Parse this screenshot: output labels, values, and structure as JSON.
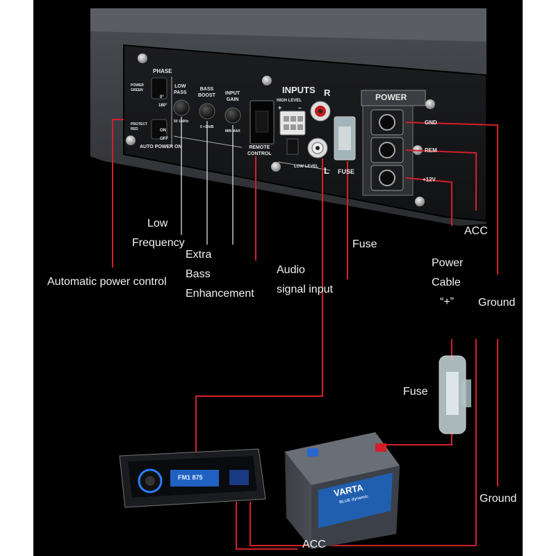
{
  "panel": {
    "phase_title": "PHASE",
    "phase_0": "0°",
    "phase_180": "180°",
    "power_green": "POWER\nGREEN",
    "protect_red": "PROTECT\nRED",
    "on": "ON",
    "off": "OFF",
    "auto_power_on": "AUTO POWER ON",
    "low_pass": "LOW\nPASS",
    "low_pass_range": "50  150Hz",
    "bass_boost": "BASS\nBOOST",
    "bass_boost_range": "0  +12dB",
    "input_gain": "INPUT\nGAIN",
    "input_gain_range": "MIN  MAX",
    "remote_control": "REMOTE\nCONTROL",
    "inputs": "INPUTS",
    "inputs_r": "R",
    "inputs_l": "L",
    "high_level": "HIGH LEVEL",
    "plus": "+",
    "minus": "–",
    "low_level": "LOW LEVEL",
    "fuse": "FUSE",
    "power": "POWER",
    "gnd": "GND",
    "rem": "REM",
    "plus12v": "+12V"
  },
  "labels": {
    "low": "Low",
    "frequency": "Frequency",
    "extra": "Extra",
    "bass": "Bass",
    "enhancement": "Enhancement",
    "automatic_power_control": "Automatic power control",
    "audio": "Audio",
    "signal_input": "signal input",
    "fuse_top": "Fuse",
    "power": "Power",
    "cable": "Cable",
    "plus_quote": "“+”",
    "acc_top": "ACC",
    "ground_top": "Ground",
    "fuse_mid": "Fuse",
    "ground_bottom": "Ground",
    "acc_bottom": "ACC"
  },
  "battery": {
    "brand": "VARTA",
    "sub": "BLUE dynamic"
  },
  "stereo": {
    "display": "FM1 875"
  },
  "colors": {
    "wire": "#d41f2a",
    "text": "#f2f2f2",
    "battery_blue": "#1f5fae",
    "stereo_blue": "#2a7fff"
  }
}
